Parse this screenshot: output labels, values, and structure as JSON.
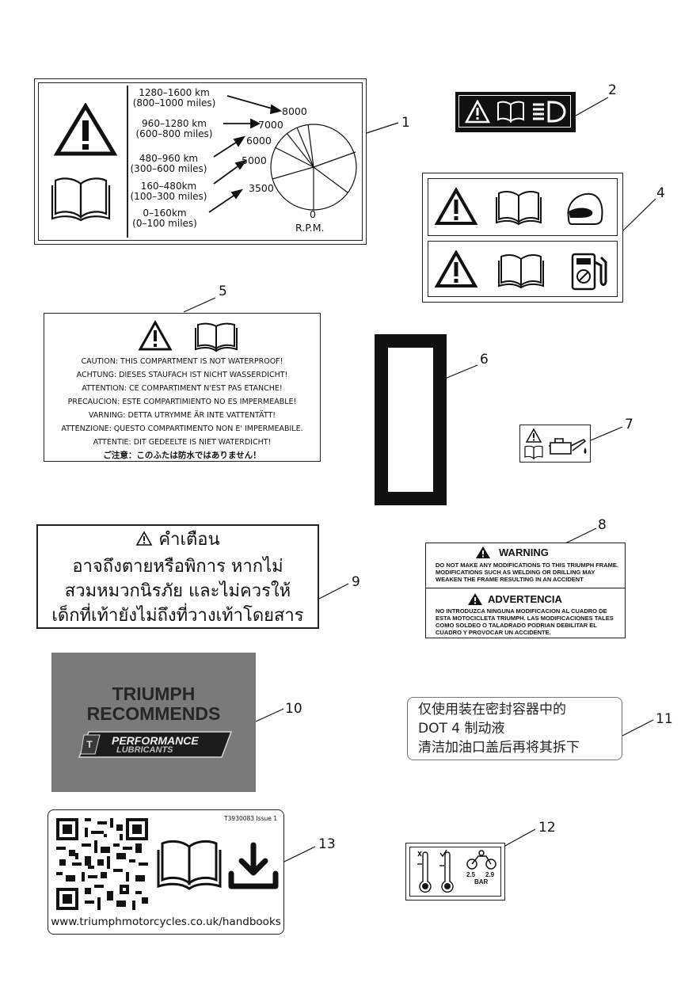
{
  "callouts": [
    "1",
    "2",
    "4",
    "5",
    "6",
    "7",
    "8",
    "9",
    "10",
    "11",
    "12",
    "13"
  ],
  "label1": {
    "speeds": [
      {
        "km": "1280–1600 km",
        "miles": "(800–1000 miles)",
        "rpm": "8000"
      },
      {
        "km": "960–1280 km",
        "miles": "(600–800 miles)",
        "rpm": "7000"
      },
      {
        "km": "480–960 km",
        "miles": "(300–600 miles)",
        "rpm": "6000"
      },
      {
        "km": "160–480km",
        "miles": "(100–300 miles)",
        "rpm": "5000"
      },
      {
        "km": "0–160km",
        "miles": "(0–100 miles)",
        "rpm": "3500"
      }
    ],
    "zero": "0",
    "rpm_label": "R.P.M."
  },
  "label5": {
    "lines": [
      "CAUTION: THIS COMPARTMENT IS NOT WATERPROOF!",
      "ACHTUNG: DIESES STAUFACH IST NICHT WASSERDICHT!",
      "ATTENTION: CE COMPARTIMENT N'EST PAS ETANCHE!",
      "PRECAUCION:  ESTE COMPARTIMIENTO NO ES IMPERMEABLE!",
      "VARNING: DETTA UTRYMME ÄR INTE VATTENTÄTT!",
      "ATTENZIONE: QUESTO COMPARTIMENTO NON E' IMPERMEABILE.",
      "ATTENTIE:  DIT GEDEELTE IS NIET WATERDICHT!",
      "ご注意：このふたは防水ではありません！"
    ]
  },
  "label8": {
    "warning_title": "WARNING",
    "warning_text": "DO  NOT MAKE ANY MODIFICATIONS TO THIS TRIUMPH FRAME.  MODIFICATIONS SUCH AS WELDING OR DRILLING MAY WEAKEN THE FRAME RESULTING IN AN ACCIDENT",
    "advert_title": "ADVERTENCIA",
    "advert_text": "NO INTRODUZCA NINGUNA MODIFICACION AL CUADRO DE ESTA MOTOCICLETA TRIUMPH.  LAS MODIFICACIONES TALES COMO SOLDEO O TALADRADO PODRIAN DEBILITAR EL CUADRO Y PROVOCAR UN ACCIDENTE."
  },
  "label9": {
    "lines": [
      "คำเตือน",
      "อาจถึงตายหรือพิการ หากไม่",
      "สวมหมวกนิรภัย และไม่ควรให้",
      "เด็กที่เท้ายังไม่ถึงที่วางเท้าโดยสาร"
    ]
  },
  "label10": {
    "line1": "TRIUMPH",
    "line2": "RECOMMENDS",
    "badge_top": "PERFORMANCE",
    "badge_bottom": "LUBRICANTS"
  },
  "label11": {
    "lines": [
      "仅使用装在密封容器中的",
      "DOT 4 制动液",
      "清洁加油口盖后再将其拆下"
    ]
  },
  "label12": {
    "p1": "2.5",
    "p2": "2.9",
    "unit": "BAR"
  },
  "label13": {
    "code": "T3930083 Issue 1",
    "url": "www.triumphmotorcycles.co.uk/handbooks"
  },
  "colors": {
    "ink": "#111111",
    "grey_panel": "#7a7a7a",
    "badge_dark": "#1c1c1c"
  }
}
